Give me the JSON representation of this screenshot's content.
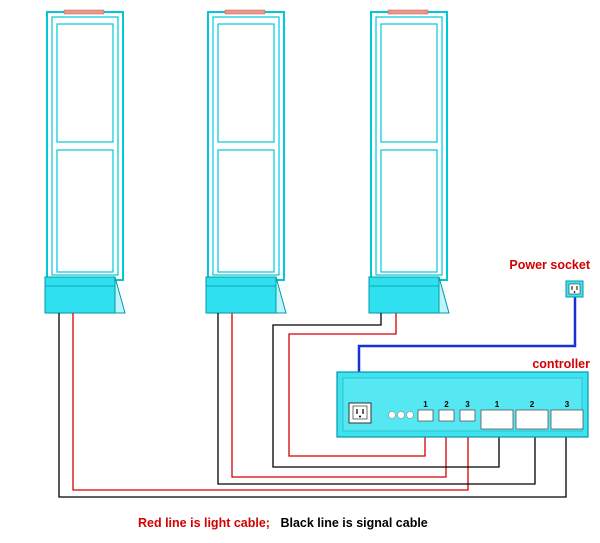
{
  "labels": {
    "power_socket": "Power socket",
    "controller": "controller",
    "legend_red": "Red line is light cable;",
    "legend_black": "Black line is signal cable"
  },
  "controller_ports": {
    "light_ports": [
      "1",
      "2",
      "3"
    ],
    "signal_ports": [
      "1",
      "2",
      "3"
    ]
  },
  "colors": {
    "antenna_outline": "#00c8d8",
    "antenna_base": "#2fe0ee",
    "controller_body": "#3fe3ef",
    "light_cable": "#d40000",
    "signal_cable": "#000000",
    "power_cable": "#1a2fd6"
  }
}
